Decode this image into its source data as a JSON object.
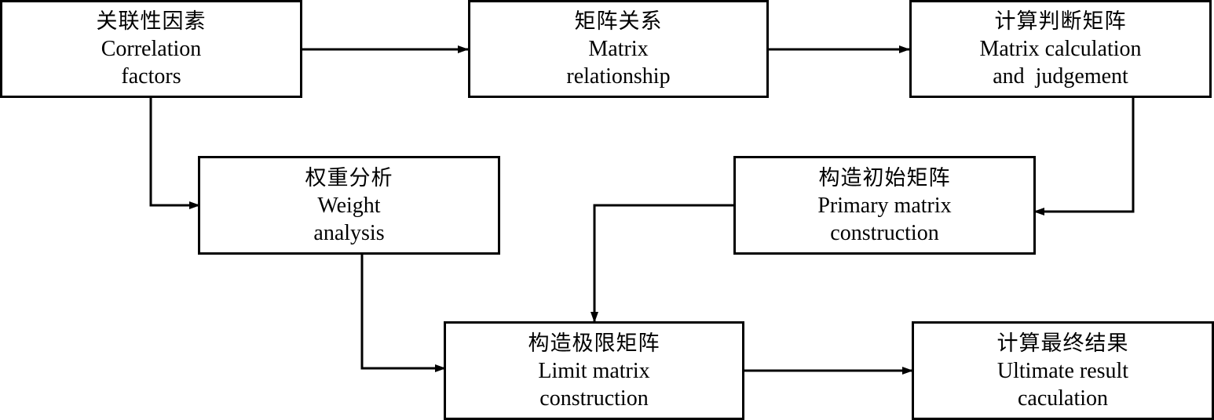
{
  "nodes": {
    "correlation": {
      "zh": "关联性因素",
      "en1": "Correlation",
      "en2": "factors"
    },
    "matrix_rel": {
      "zh": "矩阵关系",
      "en1": "Matrix",
      "en2": "relationship"
    },
    "calc_judge": {
      "zh": "计算判断矩阵",
      "en1": "Matrix calculation",
      "en2": "and  judgement"
    },
    "weight": {
      "zh": "权重分析",
      "en1": "Weight",
      "en2": "analysis"
    },
    "primary": {
      "zh": "构造初始矩阵",
      "en1": "Primary matrix",
      "en2": "construction"
    },
    "limit": {
      "zh": "构造极限矩阵",
      "en1": "Limit matrix",
      "en2": "construction"
    },
    "ultimate": {
      "zh": "计算最终结果",
      "en1": "Ultimate result",
      "en2": "caculation"
    }
  },
  "edges": [
    {
      "from": "correlation",
      "to": "matrix_rel"
    },
    {
      "from": "matrix_rel",
      "to": "calc_judge"
    },
    {
      "from": "calc_judge",
      "to": "primary"
    },
    {
      "from": "correlation",
      "to": "weight"
    },
    {
      "from": "primary",
      "to": "limit"
    },
    {
      "from": "weight",
      "to": "limit"
    },
    {
      "from": "limit",
      "to": "ultimate"
    }
  ],
  "colors": {
    "stroke": "#000000",
    "background": "#ffffff"
  }
}
